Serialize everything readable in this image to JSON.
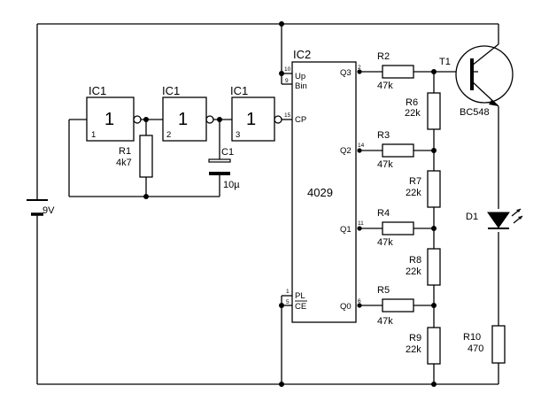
{
  "battery": {
    "voltage": "9V"
  },
  "ic1": {
    "name": "IC1",
    "gate_symbol": "1",
    "gate_pins": [
      "1",
      "2",
      "3"
    ]
  },
  "r1": {
    "name": "R1",
    "value": "4k7"
  },
  "c1": {
    "name": "C1",
    "value": "10µ"
  },
  "ic2": {
    "name": "IC2",
    "part": "4029",
    "pins": {
      "up": {
        "num": "10",
        "label": "Up"
      },
      "bin": {
        "num": "9",
        "label": "Bin"
      },
      "cp": {
        "num": "15",
        "label": "CP"
      },
      "pl": {
        "num": "1",
        "label": "PL"
      },
      "ce": {
        "num": "5",
        "label": "CE"
      },
      "q3": {
        "num": "2",
        "label": "Q3"
      },
      "q2": {
        "num": "14",
        "label": "Q2"
      },
      "q1": {
        "num": "11",
        "label": "Q1"
      },
      "q0": {
        "num": "6",
        "label": "Q0"
      }
    }
  },
  "resistors": {
    "r2": {
      "name": "R2",
      "value": "47k"
    },
    "r3": {
      "name": "R3",
      "value": "47k"
    },
    "r4": {
      "name": "R4",
      "value": "47k"
    },
    "r5": {
      "name": "R5",
      "value": "47k"
    },
    "r6": {
      "name": "R6",
      "value": "22k"
    },
    "r7": {
      "name": "R7",
      "value": "22k"
    },
    "r8": {
      "name": "R8",
      "value": "22k"
    },
    "r9": {
      "name": "R9",
      "value": "22k"
    },
    "r10": {
      "name": "R10",
      "value": "470"
    }
  },
  "t1": {
    "name": "T1",
    "part": "BC548"
  },
  "d1": {
    "name": "D1"
  }
}
